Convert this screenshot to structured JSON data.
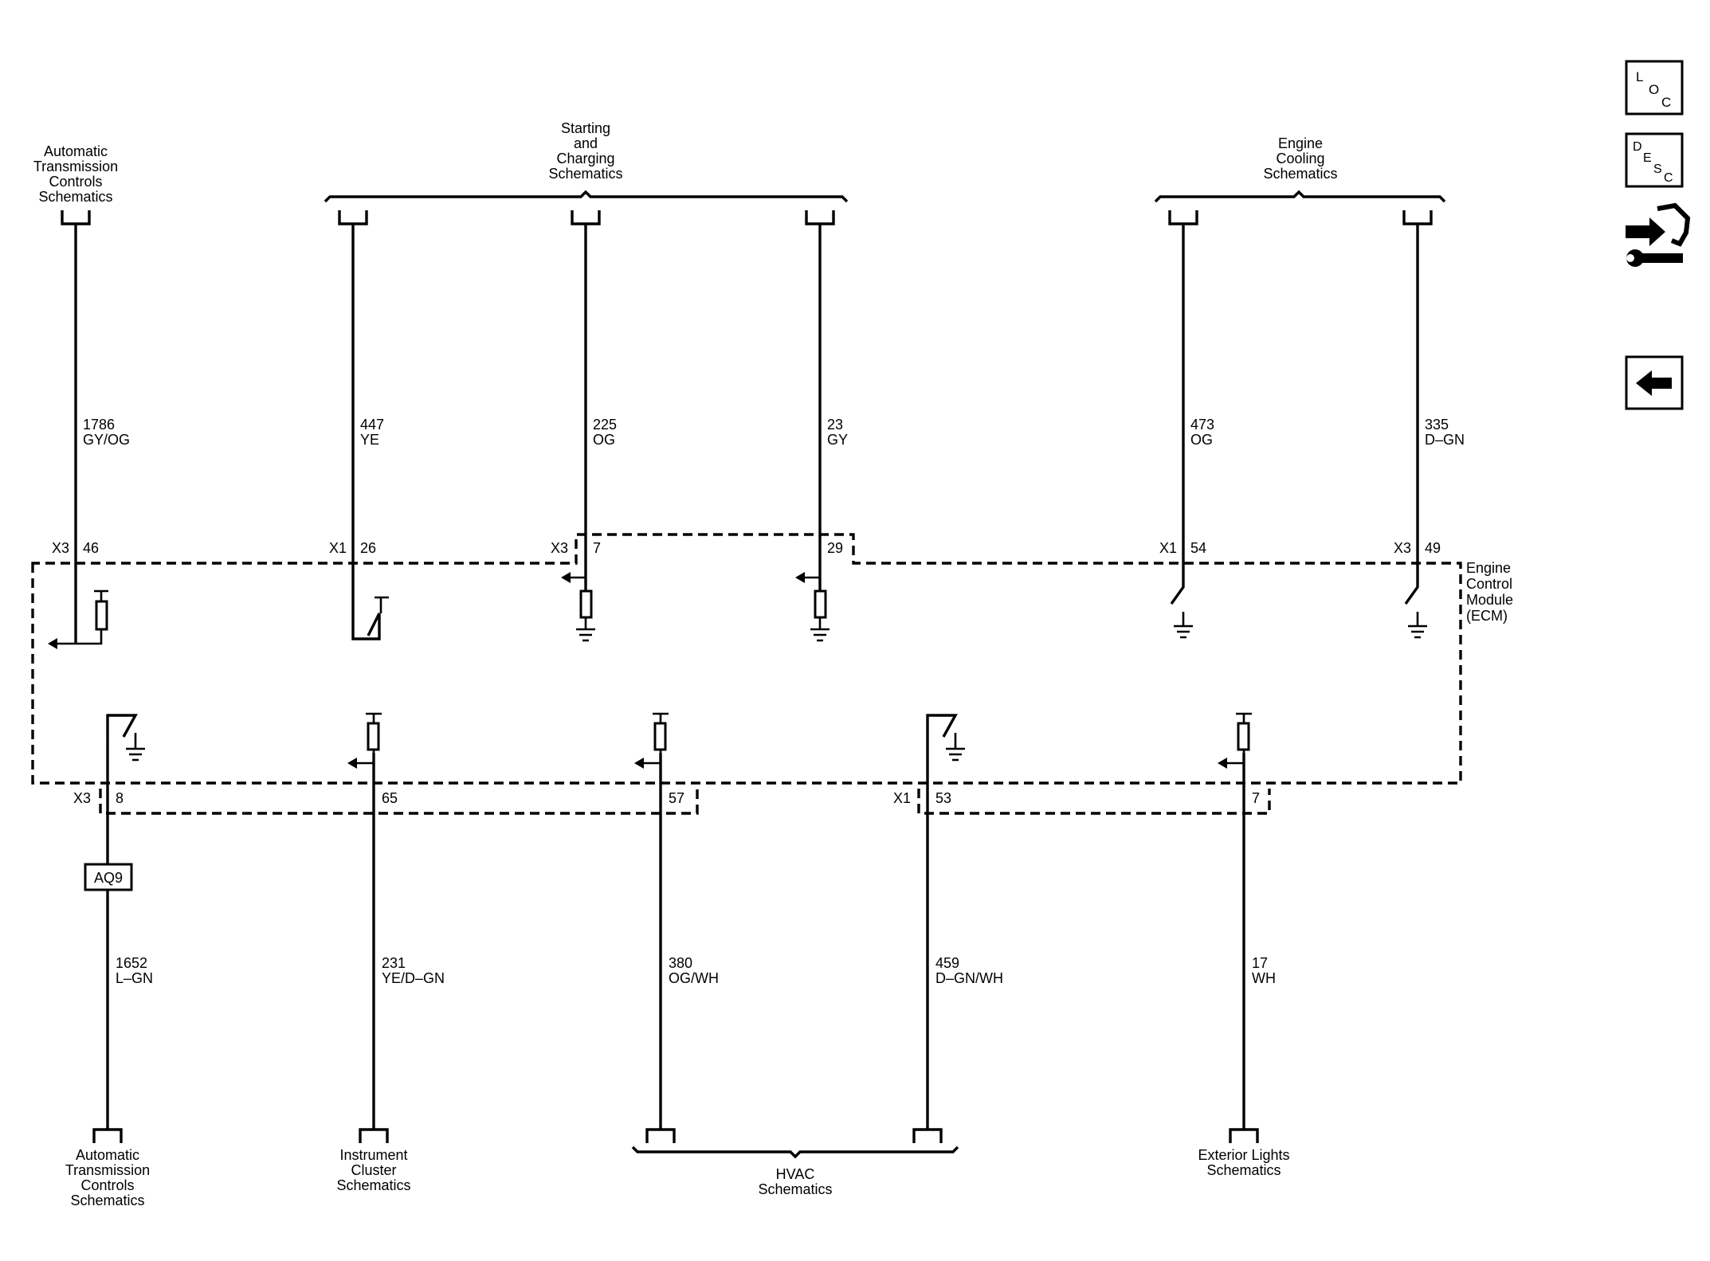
{
  "module_label": [
    "Engine",
    "Control",
    "Module",
    "(ECM)"
  ],
  "top_refs": {
    "atc": [
      "Automatic",
      "Transmission",
      "Controls",
      "Schematics"
    ],
    "starting": [
      "Starting",
      "and",
      "Charging",
      "Schematics"
    ],
    "cooling": [
      "Engine",
      "Cooling",
      "Schematics"
    ]
  },
  "bottom_refs": {
    "atc": [
      "Automatic",
      "Transmission",
      "Controls",
      "Schematics"
    ],
    "cluster": [
      "Instrument",
      "Cluster",
      "Schematics"
    ],
    "hvac": [
      "HVAC",
      "Schematics"
    ],
    "exterior": [
      "Exterior Lights",
      "Schematics"
    ]
  },
  "top_circuits": [
    {
      "circuit": "1786",
      "color": "GY/OG",
      "connector": "X3",
      "pin": "46"
    },
    {
      "circuit": "447",
      "color": "YE",
      "connector": "X1",
      "pin": "26"
    },
    {
      "circuit": "225",
      "color": "OG",
      "connector": "X3",
      "pin": "7"
    },
    {
      "circuit": "23",
      "color": "GY",
      "connector": "",
      "pin": "29"
    },
    {
      "circuit": "473",
      "color": "OG",
      "connector": "X1",
      "pin": "54"
    },
    {
      "circuit": "335",
      "color": "D–GN",
      "connector": "X3",
      "pin": "49"
    }
  ],
  "bottom_circuits": [
    {
      "circuit": "1652",
      "color": "L–GN",
      "connector": "X3",
      "pin": "8"
    },
    {
      "circuit": "231",
      "color": "YE/D–GN",
      "connector": "",
      "pin": "65"
    },
    {
      "circuit": "380",
      "color": "OG/WH",
      "connector": "",
      "pin": "57"
    },
    {
      "circuit": "459",
      "color": "D–GN/WH",
      "connector": "X1",
      "pin": "53"
    },
    {
      "circuit": "17",
      "color": "WH",
      "connector": "",
      "pin": "7"
    }
  ],
  "option_box": "AQ9",
  "sidebar": {
    "loc": [
      "L",
      "O",
      "C"
    ],
    "desc": [
      "D",
      "E",
      "S",
      "C"
    ],
    "tools_icon": "connector-wrench-icon",
    "back_icon": "back-arrow-icon"
  }
}
